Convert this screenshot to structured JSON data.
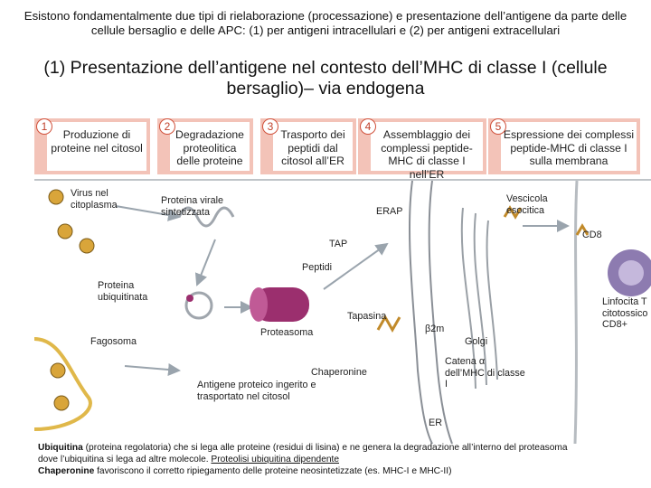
{
  "intro_text": "Esistono fondamentalmente due tipi di rielaborazione (processazione) e presentazione dell’antigene da parte delle cellule bersaglio e delle APC: (1) per antigeni intracellulari e (2) per antigeni extracellulari",
  "heading": "(1) Presentazione dell’antigene nel contesto dell’MHC di classe I (cellule bersaglio)– via endogena",
  "steps": [
    {
      "number": "1",
      "text": "Produzione di proteine nel citosol"
    },
    {
      "number": "2",
      "text": "Degradazione proteolitica delle proteine"
    },
    {
      "number": "3",
      "text": "Trasporto dei peptidi dal citosol all’ER"
    },
    {
      "number": "4",
      "text": "Assemblaggio dei complessi peptide-MHC di classe I nell’ER"
    },
    {
      "number": "5",
      "text": "Espressione dei complessi peptide-MHC di classe I sulla membrana"
    }
  ],
  "labels": {
    "virus": "Virus nel citoplasma",
    "viral_protein": "Proteina virale sintetizzata",
    "ubiquitinated": "Proteina ubiquitinata",
    "phagosome": "Fagosoma",
    "ingested_antigen": "Antigene proteico ingerito e trasportato nel citosol",
    "proteasome": "Proteasoma",
    "peptides": "Peptidi",
    "tap": "TAP",
    "erap": "ERAP",
    "tapasin": "Tapasina",
    "b2m": "β2m",
    "chaperonine": "Chaperonine",
    "chain": "Catena α dell’MHC di classe I",
    "er": "ER",
    "golgi": "Golgi",
    "vesicle": "Vescicola esocitica",
    "cd8": "CD8",
    "lymphocyte": "Linfocita T citotossico CD8+"
  },
  "notes": {
    "line1_bold": "Ubiquitina",
    "line1_rest": " (proteina regolatoria) che si lega alle proteine (residui di lisina) e ne genera la degradazione all’interno del proteasoma",
    "line2_plain": "dove l’ubiquitina si lega ad altre molecole. ",
    "line2_underlined": "Proteolisi ubiquitina dipendente",
    "line3_bold": "Chaperonine",
    "line3_rest": " favoriscono il corretto ripiegamento delle proteine neosintetizzate (es. MHC-I e MHC-II)"
  },
  "colors": {
    "step_box": "#f3c3b8",
    "step_number": "#c0402a",
    "proteasome": "#9b2f6e",
    "virus": "#d9a53a",
    "er_membrane": "#8a8f96",
    "lymphocyte": "#8d7bb0"
  }
}
